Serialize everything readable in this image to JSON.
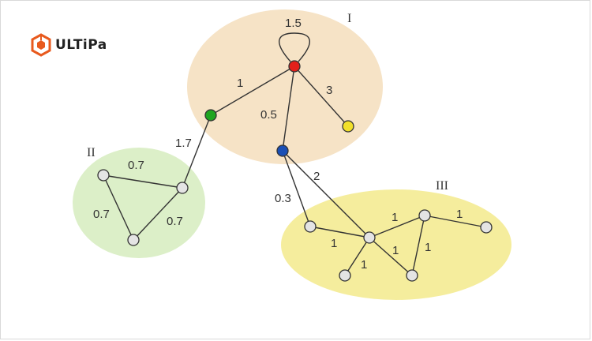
{
  "brand": {
    "logo_text": "ULTiPa"
  },
  "colors": {
    "group_I": "#f6e3c6",
    "group_II": "#dcefc8",
    "group_III": "#f3ea8c",
    "node_red": "#e3201b",
    "node_green": "#1fa520",
    "node_blue": "#1a4fb5",
    "node_yellow": "#f2e02a",
    "node_grey": "#e4e4e4",
    "edge": "#333333"
  },
  "groups": [
    {
      "id": "I",
      "label": "I"
    },
    {
      "id": "II",
      "label": "II"
    },
    {
      "id": "III",
      "label": "III"
    }
  ],
  "nodes": [
    {
      "id": "red",
      "group": "I",
      "color": "node_red"
    },
    {
      "id": "green",
      "group": "I",
      "color": "node_green"
    },
    {
      "id": "blue",
      "group": "I",
      "color": "node_blue"
    },
    {
      "id": "yellow",
      "group": "I",
      "color": "node_yellow"
    },
    {
      "id": "g2a",
      "group": "II",
      "color": "node_grey"
    },
    {
      "id": "g2b",
      "group": "II",
      "color": "node_grey"
    },
    {
      "id": "g2c",
      "group": "II",
      "color": "node_grey"
    },
    {
      "id": "g3a",
      "group": "III",
      "color": "node_grey"
    },
    {
      "id": "g3b",
      "group": "III",
      "color": "node_grey"
    },
    {
      "id": "g3c",
      "group": "III",
      "color": "node_grey"
    },
    {
      "id": "g3d",
      "group": "III",
      "color": "node_grey"
    },
    {
      "id": "g3e",
      "group": "III",
      "color": "node_grey"
    },
    {
      "id": "g3f",
      "group": "III",
      "color": "node_grey"
    }
  ],
  "edges": [
    {
      "from": "red",
      "to": "red",
      "label": "1.5"
    },
    {
      "from": "red",
      "to": "green",
      "label": "1"
    },
    {
      "from": "red",
      "to": "yellow",
      "label": "3"
    },
    {
      "from": "red",
      "to": "blue",
      "label": "0.5"
    },
    {
      "from": "green",
      "to": "g2b",
      "label": "1.7"
    },
    {
      "from": "g2a",
      "to": "g2b",
      "label": "0.7"
    },
    {
      "from": "g2a",
      "to": "g2c",
      "label": "0.7"
    },
    {
      "from": "g2b",
      "to": "g2c",
      "label": "0.7"
    },
    {
      "from": "blue",
      "to": "g3a",
      "label": "0.3"
    },
    {
      "from": "blue",
      "to": "g3b",
      "label": "2"
    },
    {
      "from": "g3a",
      "to": "g3b",
      "label": "1"
    },
    {
      "from": "g3b",
      "to": "g3c",
      "label": "1"
    },
    {
      "from": "g3b",
      "to": "g3d",
      "label": "1"
    },
    {
      "from": "g3b",
      "to": "g3e",
      "label": "1"
    },
    {
      "from": "g3c",
      "to": "g3e",
      "label": "1"
    },
    {
      "from": "g3c",
      "to": "g3f",
      "label": "1"
    }
  ]
}
